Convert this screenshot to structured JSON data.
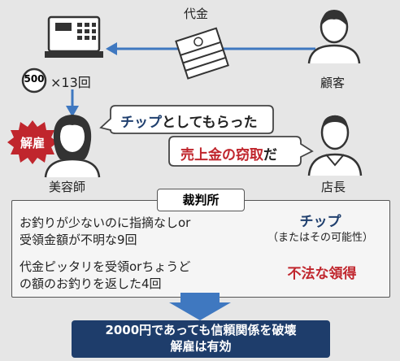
{
  "top": {
    "payment_label": "代金",
    "customer_label": "顧客",
    "coin_value": "500",
    "coin_count": "×13回"
  },
  "people": {
    "stylist_label": "美容師",
    "manager_label": "店長",
    "dismissed_badge": "解雇"
  },
  "bubbles": {
    "stylist": {
      "strong": "チップ",
      "rest": "としてもらった"
    },
    "manager": {
      "strong": "売上金の窃取",
      "rest": "だ"
    }
  },
  "court": {
    "title": "裁判所",
    "rows": [
      {
        "left_line1": "お釣りが少ないのに指摘なしor",
        "left_line2": "受領金額が不明な9回",
        "verdict": "チップ",
        "verdict_note": "（またはその可能性）"
      },
      {
        "left_line1": "代金ピッタリを受領orちょうど",
        "left_line2": "の額のお釣りを返した4回",
        "verdict": "不法な領得",
        "verdict_note": ""
      }
    ]
  },
  "conclusion": {
    "line1": "2000円であっても信頼関係を破壊",
    "line2": "解雇は有効"
  },
  "colors": {
    "navy": "#1f3f6e",
    "blue_arrow": "#3f78c0",
    "red": "#c0262d",
    "result_bg": "#1e3d6b"
  }
}
